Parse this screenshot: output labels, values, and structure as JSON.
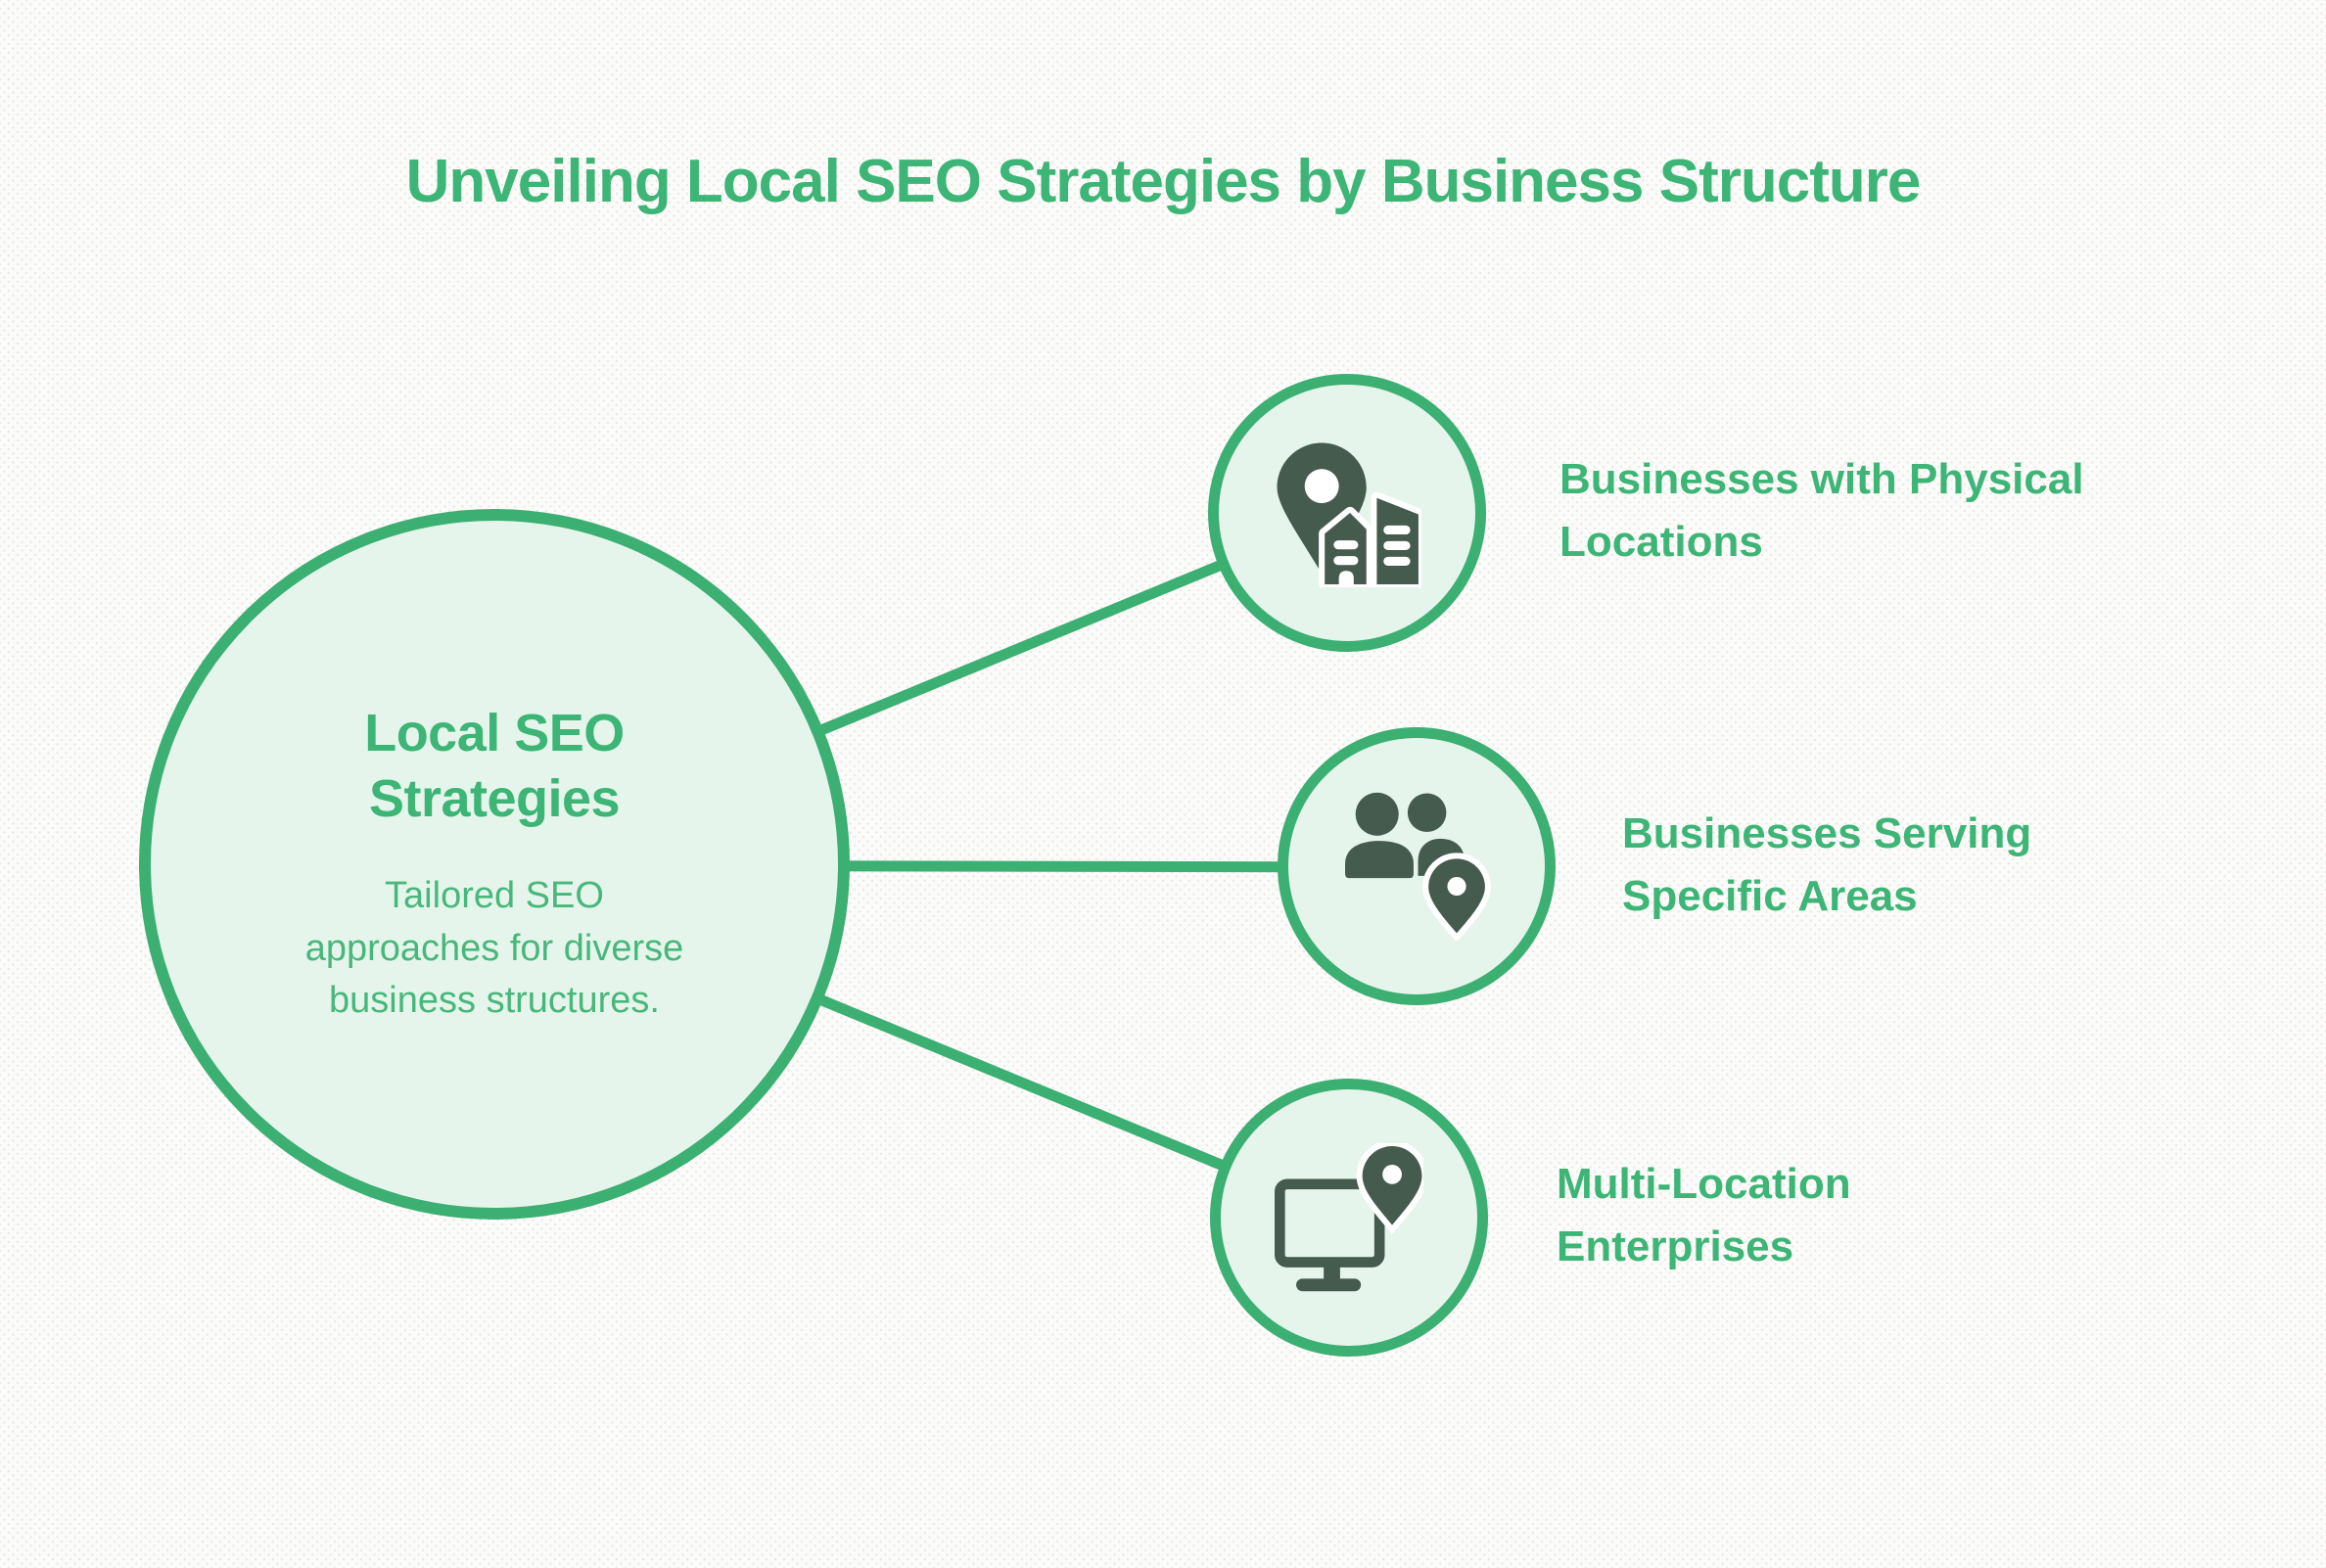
{
  "title": "Unveiling Local SEO Strategies by Business Structure",
  "colors": {
    "accent": "#3CAF72",
    "accent_text": "#3CB576",
    "description_text": "#48B77B",
    "node_fill": "#E6F5EB",
    "icon": "#455B4E",
    "icon_cutout": "#FFFFFF",
    "background": "#FBFBFA"
  },
  "center_node": {
    "heading": "Local SEO Strategies",
    "description": "Tailored SEO approaches for diverse business structures."
  },
  "items": [
    {
      "label": "Businesses with Physical Locations",
      "icon": "map-pin-with-buildings"
    },
    {
      "label": "Businesses Serving Specific Areas",
      "icon": "people-with-location-pin"
    },
    {
      "label": "Multi-Location Enterprises",
      "icon": "monitor-with-location-pin"
    }
  ]
}
